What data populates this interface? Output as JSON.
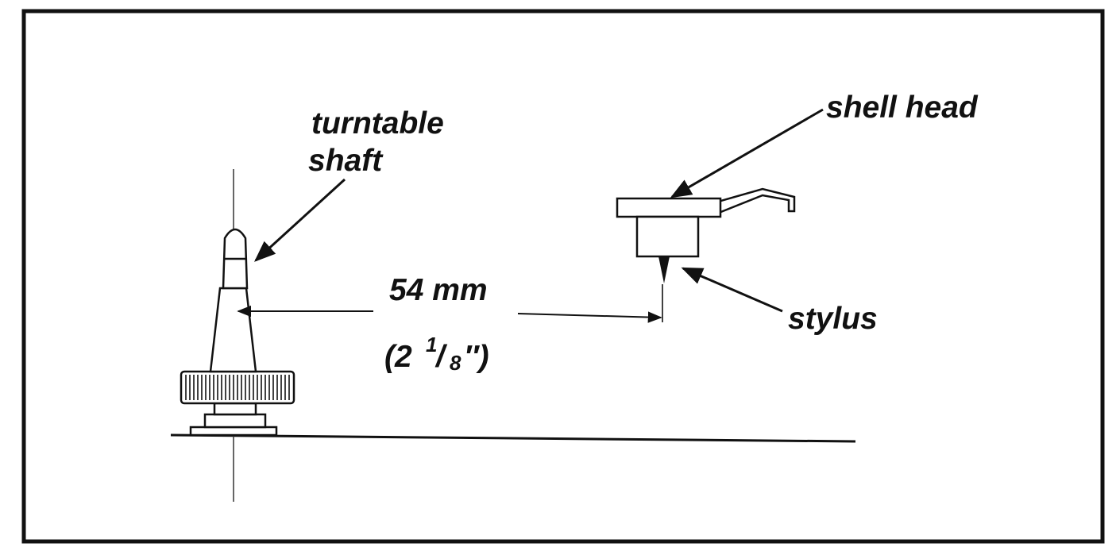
{
  "labels": {
    "turntable_shaft_line1": "turntable",
    "turntable_shaft_line2": "shaft",
    "shell_head": "shell head",
    "stylus": "stylus",
    "distance_metric": "54 mm",
    "distance_imperial_open": "(2",
    "distance_imperial_sup": "1",
    "distance_imperial_slash": "/",
    "distance_imperial_sub": "8",
    "distance_imperial_close": "″)"
  },
  "colors": {
    "ink": "#111111",
    "paper": "#ffffff"
  }
}
